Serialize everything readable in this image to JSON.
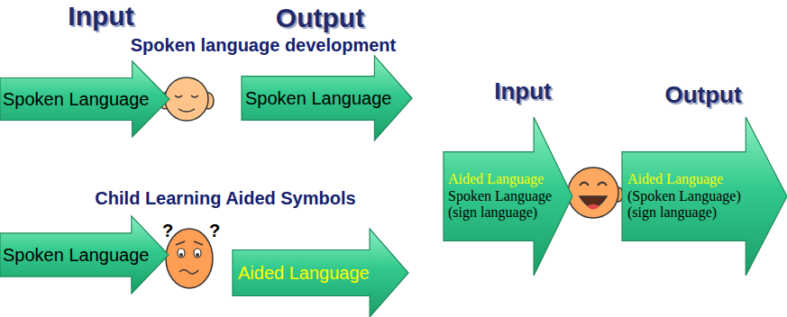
{
  "diagram": {
    "nodes": [
      {
        "text": [
          "Spoken Language"
        ]
      },
      {
        "text": [
          "Spoken Language"
        ]
      },
      {
        "text": [
          "Spoken Language"
        ]
      },
      {
        "text": [
          "Aided Language"
        ]
      },
      {
        "text": [
          "Aided Language",
          "Spoken Language",
          "(sign language)"
        ]
      },
      {
        "text": [
          "Aided Language",
          "(Spoken Language)",
          "(sign language)"
        ]
      }
    ],
    "labels": [
      "Input",
      "Output",
      "Spoken language development",
      "Child Learning Aided Symbols",
      "?",
      "?",
      "Input",
      "Output"
    ]
  }
}
